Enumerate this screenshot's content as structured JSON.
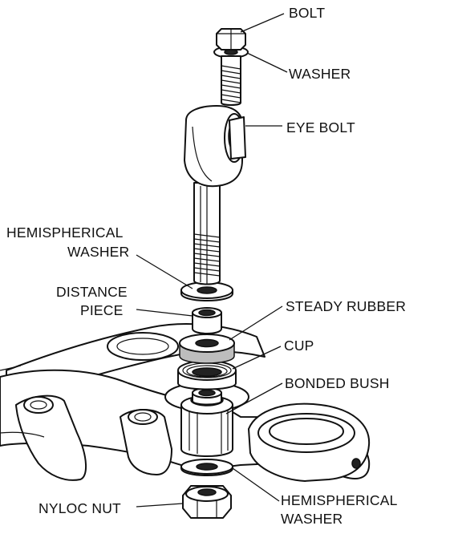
{
  "labels": {
    "bolt": "BOLT",
    "washer": "WASHER",
    "eye_bolt": "EYE BOLT",
    "hemi_washer_top_1": "HEMISPHERICAL",
    "hemi_washer_top_2": "WASHER",
    "distance_piece_1": "DISTANCE",
    "distance_piece_2": "PIECE",
    "steady_rubber": "STEADY RUBBER",
    "cup": "CUP",
    "bonded_bush": "BONDED BUSH",
    "nyloc_nut": "NYLOC NUT",
    "hemi_washer_bottom_1": "HEMISPHERICAL",
    "hemi_washer_bottom_2": "WASHER"
  }
}
